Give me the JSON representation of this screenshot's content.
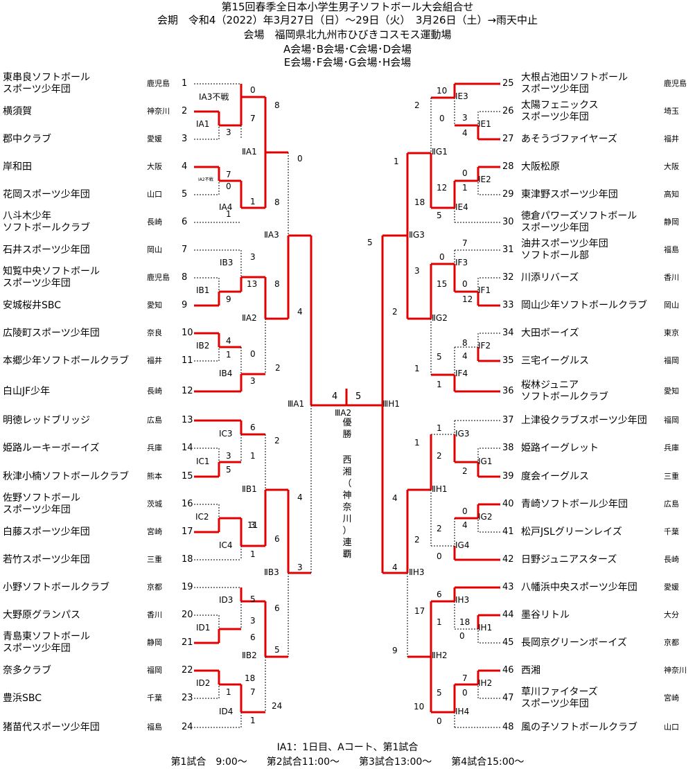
{
  "header": {
    "title": "第15回春季全日本小学生男子ソフトボール大会組合せ",
    "period": "会期　令和4（2022）年3月27日（日）～29日（火）　3月26日（土）→雨天中止",
    "venue": "会場　福岡県北九州市ひびきコスモス運動場",
    "courts1": "A会場･B会場･C会場･D会場",
    "courts2": "E会場･F会場･G会場･H会場"
  },
  "teams": [
    {
      "seed": "1",
      "name": "東串良ソフトボール\nスポーツ少年団",
      "pref": "鹿児島"
    },
    {
      "seed": "2",
      "name": "横須賀",
      "pref": "神奈川"
    },
    {
      "seed": "3",
      "name": "郡中クラブ",
      "pref": "愛媛"
    },
    {
      "seed": "4",
      "name": "岸和田",
      "pref": "大阪"
    },
    {
      "seed": "5",
      "name": "花岡スポーツ少年団",
      "pref": "山口"
    },
    {
      "seed": "6",
      "name": "八斗木少年\nソフトボールクラブ",
      "pref": "長崎"
    },
    {
      "seed": "7",
      "name": "石井スポーツ少年団",
      "pref": "岡山"
    },
    {
      "seed": "8",
      "name": "知覧中央ソフトボール\nスポーツ少年団",
      "pref": "鹿児島"
    },
    {
      "seed": "9",
      "name": "安城桜井SBC",
      "pref": "愛知"
    },
    {
      "seed": "10",
      "name": "広陵町スポーツ少年団",
      "pref": "奈良"
    },
    {
      "seed": "11",
      "name": "本郷少年ソフトボールクラブ",
      "pref": "福井"
    },
    {
      "seed": "12",
      "name": "白山JF少年",
      "pref": "長崎"
    },
    {
      "seed": "13",
      "name": "明徳レッドブリッジ",
      "pref": "広島"
    },
    {
      "seed": "14",
      "name": "姫路ルーキーボーイズ",
      "pref": "兵庫"
    },
    {
      "seed": "15",
      "name": "秋津小楠ソフトボールクラブ",
      "pref": "熊本"
    },
    {
      "seed": "16",
      "name": "佐野ソフトボール\nスポーツ少年団",
      "pref": "茨城"
    },
    {
      "seed": "17",
      "name": "白藤スポーツ少年団",
      "pref": "宮崎"
    },
    {
      "seed": "18",
      "name": "若竹スポーツ少年団",
      "pref": "三重"
    },
    {
      "seed": "19",
      "name": "小野ソフトボールクラブ",
      "pref": "京都"
    },
    {
      "seed": "20",
      "name": "大野原グランパス",
      "pref": "香川"
    },
    {
      "seed": "21",
      "name": "青島東ソフトボール\nスポーツ少年団",
      "pref": "静岡"
    },
    {
      "seed": "22",
      "name": "奈多クラブ",
      "pref": "福岡"
    },
    {
      "seed": "23",
      "name": "豊浜SBC",
      "pref": "千葉"
    },
    {
      "seed": "24",
      "name": "猪苗代スポーツ少年団",
      "pref": "福島"
    },
    {
      "seed": "25",
      "name": "大根占池田ソフトボール\nスポーツ少年団",
      "pref": "鹿児島"
    },
    {
      "seed": "26",
      "name": "太陽フェニックス\nスポーツ少年団",
      "pref": "埼玉"
    },
    {
      "seed": "27",
      "name": "あそうづファイヤーズ",
      "pref": "福井"
    },
    {
      "seed": "28",
      "name": "大阪松原",
      "pref": "大阪"
    },
    {
      "seed": "29",
      "name": "東津野スポーツ少年団",
      "pref": "高知"
    },
    {
      "seed": "30",
      "name": "徳倉パワーズソフトボール\nスポーツ少年団",
      "pref": "静岡"
    },
    {
      "seed": "31",
      "name": "油井スポーツ少年団\nソフトボール部",
      "pref": "福島"
    },
    {
      "seed": "32",
      "name": "川添リバーズ",
      "pref": "香川"
    },
    {
      "seed": "33",
      "name": "岡山少年ソフトボールクラブ",
      "pref": "岡山"
    },
    {
      "seed": "34",
      "name": "大田ボーイズ",
      "pref": "東京"
    },
    {
      "seed": "35",
      "name": "三宅イーグルス",
      "pref": "福岡"
    },
    {
      "seed": "36",
      "name": "桜林ジュニア\nソフトボールクラブ",
      "pref": "愛知"
    },
    {
      "seed": "37",
      "name": "上津役クラブスポーツ少年団",
      "pref": "福岡"
    },
    {
      "seed": "38",
      "name": "姫路イーグレット",
      "pref": "兵庫"
    },
    {
      "seed": "39",
      "name": "度会イーグルス",
      "pref": "三重"
    },
    {
      "seed": "40",
      "name": "青崎ソフトボール少年団",
      "pref": "広島"
    },
    {
      "seed": "41",
      "name": "松戸JSLグリーンレイズ",
      "pref": "千葉"
    },
    {
      "seed": "42",
      "name": "日野ジュニアスターズ",
      "pref": "長崎"
    },
    {
      "seed": "43",
      "name": "八幡浜中央スポーツ少年団",
      "pref": "愛媛"
    },
    {
      "seed": "44",
      "name": "墨谷リトル",
      "pref": "大分"
    },
    {
      "seed": "45",
      "name": "長岡京グリーンボーイズ",
      "pref": "京都"
    },
    {
      "seed": "46",
      "name": "西湘",
      "pref": "神奈川"
    },
    {
      "seed": "47",
      "name": "草川ファイターズ\nスポーツ少年団",
      "pref": "宮崎"
    },
    {
      "seed": "48",
      "name": "風の子ソフトボールクラブ",
      "pref": "山口"
    }
  ],
  "match_labels": [
    "ⅠA3不戦",
    "ⅠA1",
    "ⅡA1",
    "ⅠA2不戦",
    "ⅠA4",
    "ⅡA3",
    "ⅠB3",
    "ⅠB1",
    "ⅡA2",
    "ⅠB2",
    "ⅠB4",
    "ⅢA1",
    "ⅠC3",
    "ⅠC1",
    "ⅡB1",
    "ⅠC2",
    "ⅠC4",
    "ⅡB3",
    "ⅠD3",
    "ⅠD1",
    "ⅡB2",
    "ⅠD2",
    "ⅠD4",
    "ⅠE3",
    "ⅠE1",
    "ⅡG1",
    "ⅠE2",
    "ⅠE4",
    "ⅡG3",
    "ⅠF3",
    "ⅠF1",
    "ⅡG2",
    "ⅠF2",
    "ⅠF4",
    "ⅢH1",
    "ⅠG3",
    "ⅠG1",
    "ⅡH1",
    "ⅠG2",
    "ⅠG4",
    "ⅡH3",
    "ⅠH3",
    "ⅠH1",
    "ⅡH2",
    "ⅠH2",
    "ⅠH4",
    "ⅢA2"
  ],
  "scores": [
    "0",
    "7",
    "3",
    "8",
    "7",
    "0",
    "8",
    "1",
    "7",
    "1",
    "3",
    "13",
    "9",
    "8",
    "4",
    "1",
    "0",
    "3",
    "2",
    "0",
    "4",
    "6",
    "3",
    "5",
    "2",
    "1",
    "11",
    "3",
    "6",
    "1",
    "5",
    "3",
    "6",
    "18",
    "1",
    "7",
    "6",
    "5",
    "4",
    "24",
    "1",
    "3",
    "10",
    "3",
    "4",
    "2",
    "0",
    "1",
    "18",
    "0",
    "12",
    "1",
    "7",
    "5",
    "0",
    "15",
    "0",
    "12",
    "3",
    "2",
    "1",
    "8",
    "4",
    "5",
    "1",
    "5",
    "1",
    "1",
    "2",
    "2",
    "0",
    "4",
    "2",
    "0",
    "4",
    "2",
    "4",
    "6",
    "18",
    "0",
    "17",
    "1",
    "9",
    "7",
    "0",
    "5",
    "10",
    "0"
  ],
  "final": {
    "score_left": "4",
    "score_right": "5",
    "result_text": [
      "優",
      "勝",
      "",
      "西",
      "湘",
      "（",
      "神",
      "奈",
      "川",
      "）",
      "連",
      "覇"
    ]
  },
  "footer": {
    "note": "ⅠA1：1日目、Aコート、第1試合",
    "schedule": "第1試合　9:00～　　第2試合11:00～　　第3試合13:00～　　第4試合15:00～"
  },
  "colors": {
    "win_line": "#e00000",
    "line": "#000000"
  }
}
